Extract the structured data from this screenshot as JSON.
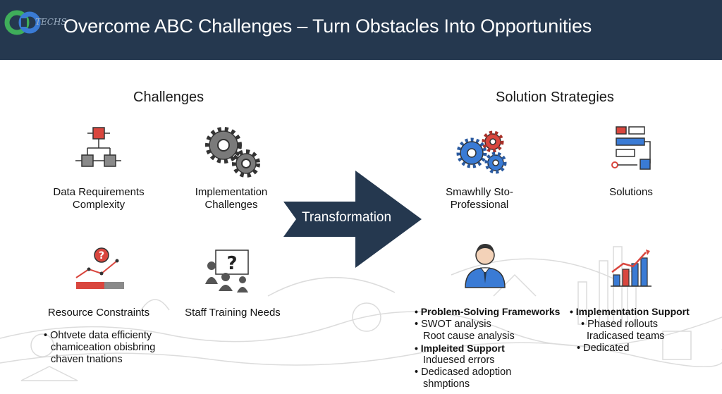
{
  "header": {
    "logo_text": "TECHS",
    "title": "Overcome ABC Challenges – Turn Obstacles Into Opportunities"
  },
  "colors": {
    "header_bg": "#25384f",
    "accent_red": "#d9463e",
    "icon_gray": "#6e6e6e",
    "arrow": "#25384f"
  },
  "challenges": {
    "title": "Challenges",
    "items": [
      {
        "icon": "flowchart-icon",
        "line1": "Data Requirements",
        "line2": "Complexity"
      },
      {
        "icon": "gears-icon",
        "line1": "Implementation",
        "line2": "Challenges"
      },
      {
        "icon": "trend-question-icon",
        "line1": "Resource Constraints",
        "line2": ""
      },
      {
        "icon": "classroom-question-icon",
        "line1": "Staff Training Needs",
        "line2": ""
      }
    ],
    "bullets": [
      "• Ohtvete data efficienty",
      "chamiceation obisbring",
      "chaven tnations"
    ]
  },
  "transformation_label": "Transformation",
  "solutions": {
    "title": "Solution Strategies",
    "items": [
      {
        "icon": "colored-gears-icon",
        "line1": "Smawhlly Sto-",
        "line2": "Professional"
      },
      {
        "icon": "process-diagram-icon",
        "line1": "Solutions",
        "line2": ""
      },
      {
        "icon": "professional-person-icon"
      },
      {
        "icon": "growth-chart-icon"
      }
    ],
    "left_list": [
      "• Problem-Solving Frameworks",
      "• SWOT analysis",
      "Root cause analysis",
      "• Impleited Support",
      "Induesed errors",
      "• Dedicased adoption",
      "shmptions"
    ],
    "right_list": [
      "• Implementation Support",
      "• Phased rollouts",
      "Iradicased teams",
      "• Dedicated"
    ]
  }
}
